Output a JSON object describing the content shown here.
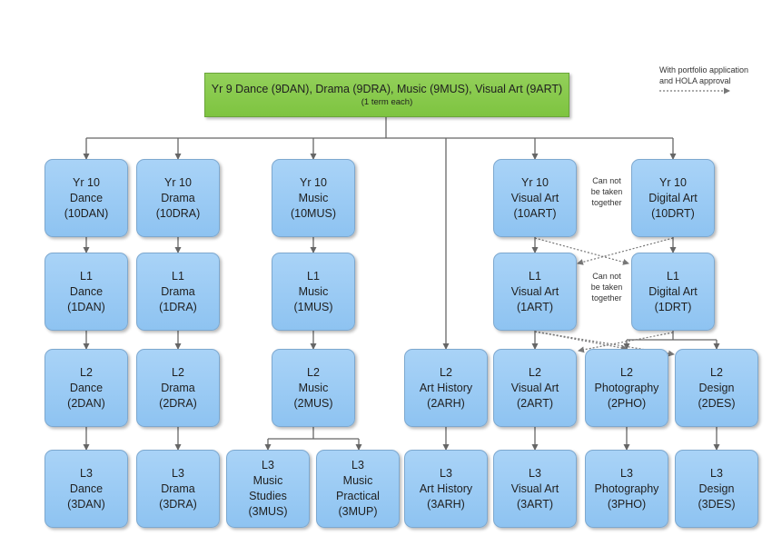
{
  "root": {
    "title": "Yr 9 Dance (9DAN), Drama (9DRA), Music (9MUS), Visual Art (9ART)",
    "subtitle": "(1 term each)"
  },
  "legend": {
    "line1": "With portfolio application",
    "line2": "and HOLA approval"
  },
  "notes": {
    "yr10": [
      "Can not",
      "be taken",
      "together"
    ],
    "l1": [
      "Can not",
      "be taken",
      "together"
    ]
  },
  "nodes": {
    "y10dan": [
      "Yr 10",
      "Dance",
      "(10DAN)"
    ],
    "y10dra": [
      "Yr 10",
      "Drama",
      "(10DRA)"
    ],
    "y10mus": [
      "Yr 10",
      "Music",
      "(10MUS)"
    ],
    "y10art": [
      "Yr 10",
      "Visual Art",
      "(10ART)"
    ],
    "y10drt": [
      "Yr 10",
      "Digital Art",
      "(10DRT)"
    ],
    "l1dan": [
      "L1",
      "Dance",
      "(1DAN)"
    ],
    "l1dra": [
      "L1",
      "Drama",
      "(1DRA)"
    ],
    "l1mus": [
      "L1",
      "Music",
      "(1MUS)"
    ],
    "l1art": [
      "L1",
      "Visual Art",
      "(1ART)"
    ],
    "l1drt": [
      "L1",
      "Digital Art",
      "(1DRT)"
    ],
    "l2dan": [
      "L2",
      "Dance",
      "(2DAN)"
    ],
    "l2dra": [
      "L2",
      "Drama",
      "(2DRA)"
    ],
    "l2mus": [
      "L2",
      "Music",
      "(2MUS)"
    ],
    "l2arh": [
      "L2",
      "Art History",
      "(2ARH)"
    ],
    "l2art": [
      "L2",
      "Visual Art",
      "(2ART)"
    ],
    "l2pho": [
      "L2",
      "Photography",
      "(2PHO)"
    ],
    "l2des": [
      "L2",
      "Design",
      "(2DES)"
    ],
    "l3dan": [
      "L3",
      "Dance",
      "(3DAN)"
    ],
    "l3dra": [
      "L3",
      "Drama",
      "(3DRA)"
    ],
    "l3mus": [
      "L3",
      "Music",
      "Studies",
      "(3MUS)"
    ],
    "l3mup": [
      "L3",
      "Music",
      "Practical",
      "(3MUP)"
    ],
    "l3arh": [
      "L3",
      "Art History",
      "(3ARH)"
    ],
    "l3art": [
      "L3",
      "Visual Art",
      "(3ART)"
    ],
    "l3pho": [
      "L3",
      "Photography",
      "(3PHO)"
    ],
    "l3des": [
      "L3",
      "Design",
      "(3DES)"
    ]
  }
}
